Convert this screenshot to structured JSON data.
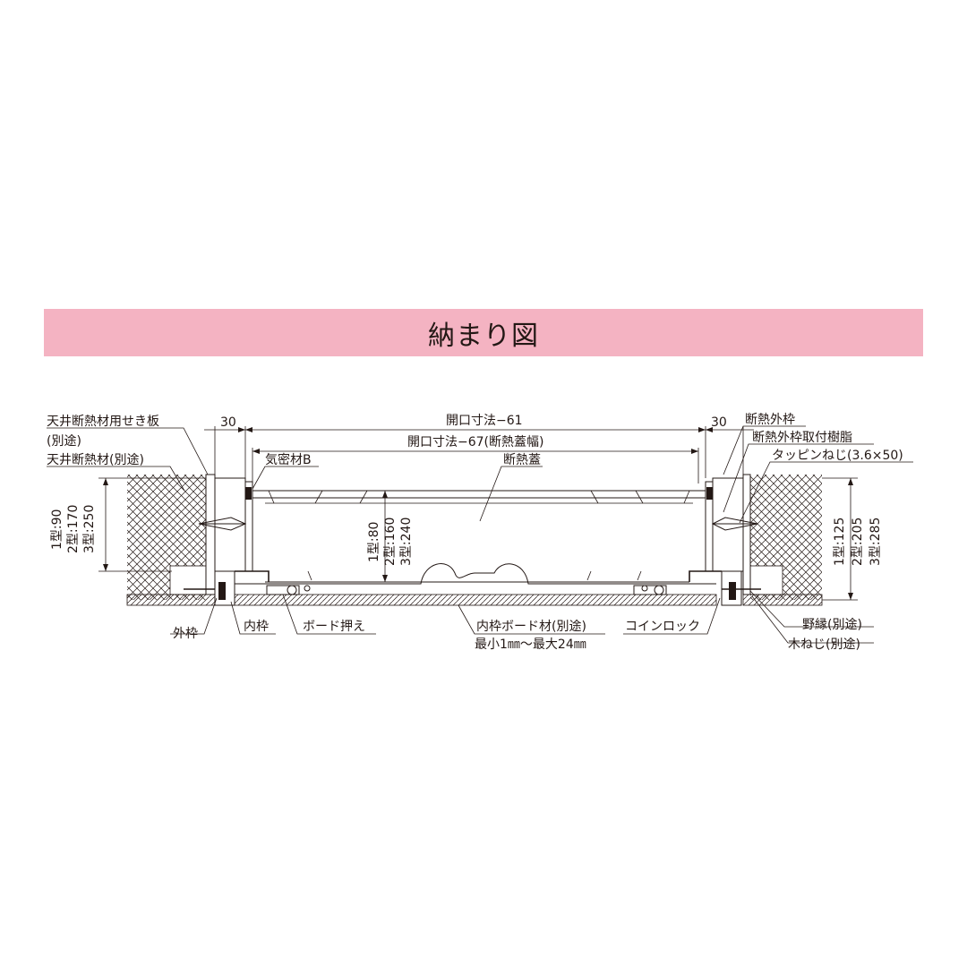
{
  "title": "納まり図",
  "colors": {
    "banner": "#f4b3c2",
    "ink": "#231815"
  },
  "labels": {
    "ceiling_board": "天井断熱材用せき板",
    "ceiling_board_note": "(別途)",
    "ceiling_insulation": "天井断熱材(別途)",
    "airtight": "気密材B",
    "insulated_lid": "断熱蓋",
    "insulated_outer_frame": "断熱外枠",
    "outer_frame_resin": "断熱外枠取付樹脂",
    "tapping_screw": "タッピンねじ(3.6×50)",
    "outer_frame": "外枠",
    "inner_frame": "内枠",
    "board_holder": "ボード押え",
    "inner_board": "内枠ボード材(別途)",
    "board_range": "最小1㎜〜最大24㎜",
    "coin_lock": "コインロック",
    "furring": "野縁(別途)",
    "wood_screw": "木ねじ(別途)"
  },
  "dimensions": {
    "left_30": "30",
    "right_30": "30",
    "opening_61": "開口寸法−61",
    "opening_67": "開口寸法−67(断熱蓋幅)",
    "left_heights": [
      "1型:90",
      "2型:170",
      "3型:250"
    ],
    "center_heights": [
      "1型:80",
      "2型:160",
      "3型:240"
    ],
    "right_heights": [
      "1型:125",
      "2型:205",
      "3型:285"
    ]
  }
}
